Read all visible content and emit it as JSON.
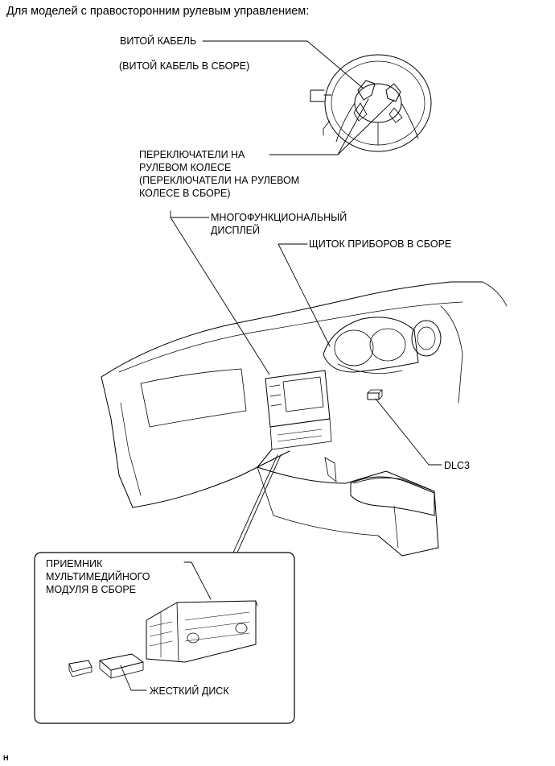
{
  "heading": "Для моделей с правосторонним рулевым управлением:",
  "labels": {
    "spiral_cable": "ВИТОЙ КАБЕЛЬ",
    "spiral_cable_assy": "(ВИТОЙ КАБЕЛЬ В СБОРЕ)",
    "steering_switches": "ПЕРЕКЛЮЧАТЕЛИ НА\nРУЛЕВОМ КОЛЕСЕ\n(ПЕРЕКЛЮЧАТЕЛИ НА РУЛЕВОМ\nКОЛЕСЕ В СБОРЕ)",
    "multi_display": "МНОГОФУНКЦИОНАЛЬНЫЙ\nДИСПЛЕЙ",
    "combination_meter": "ЩИТОК ПРИБОРОВ В СБОРЕ",
    "dlc3": "DLC3",
    "receiver": "ПРИЕМНИК\nМУЛЬТИМЕДИЙНОГО\nМОДУЛЯ В СБОРЕ",
    "hard_disk": "ЖЕСТКИЙ ДИСК"
  },
  "corner_mark": "H"
}
